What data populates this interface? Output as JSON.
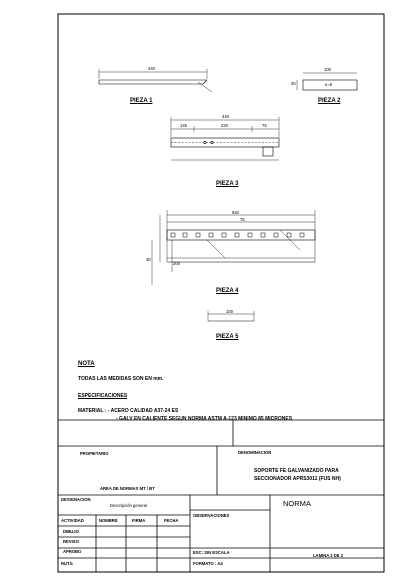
{
  "pieces": {
    "p1": {
      "label": "PIEZA 1",
      "dim": "440"
    },
    "p2": {
      "label": "PIEZA 2",
      "dim_w": "100",
      "dim_h": "30",
      "note": "e=6"
    },
    "p3": {
      "label": "PIEZA 3",
      "dim_total": "440",
      "dim_a": "145",
      "dim_b": "220",
      "dim_c": "75"
    },
    "p4": {
      "label": "PIEZA 4",
      "dim_total": "940",
      "dim_seg": "75",
      "dim_side": "30",
      "dim_h": "200"
    },
    "p5": {
      "label": "PIEZA 5",
      "dim": "100"
    }
  },
  "notes": {
    "heading": "NOTA",
    "line1": "TODAS LAS MEDIDAS SON EN mm.",
    "spec_heading": "ESPECIFICACIONES",
    "material": "MATERIAL : - ACERO CALIDAD A37-24 ES",
    "galv": "- GALV EN CALIENTE SEGUN NORMA ASTM A-123 MINIMO 85 MICRONES"
  },
  "title_block": {
    "propietario_label": "PROPIETARIO",
    "area": "AREA DE NORMAS MT / BT",
    "denominacion_label": "DENOMINACION",
    "denominacion_line1": "SOPORTE FE GALVANIZADO PARA",
    "denominacion_line2": "SECCIONADOR APRS3011 (FUS NH)",
    "designacion_label": "DESIGNACION",
    "designacion_value": "Descripción general",
    "observaciones_label": "OBSERVACIONES",
    "norma": "NORMA",
    "col_actividad": "ACTIVIDAD",
    "col_nombre": "NOMBRE",
    "col_firma": "FIRMA",
    "col_fecha": "FECHA",
    "row_dibujo": "DIBUJO",
    "row_reviso": "REVISO",
    "row_aprobo": "APROBO",
    "row_rut": "RUT/c",
    "escala": "ESC: SIN ESCALA",
    "formato": "FORMATO : A4",
    "lamina": "LAMINA 2 DE 2"
  }
}
